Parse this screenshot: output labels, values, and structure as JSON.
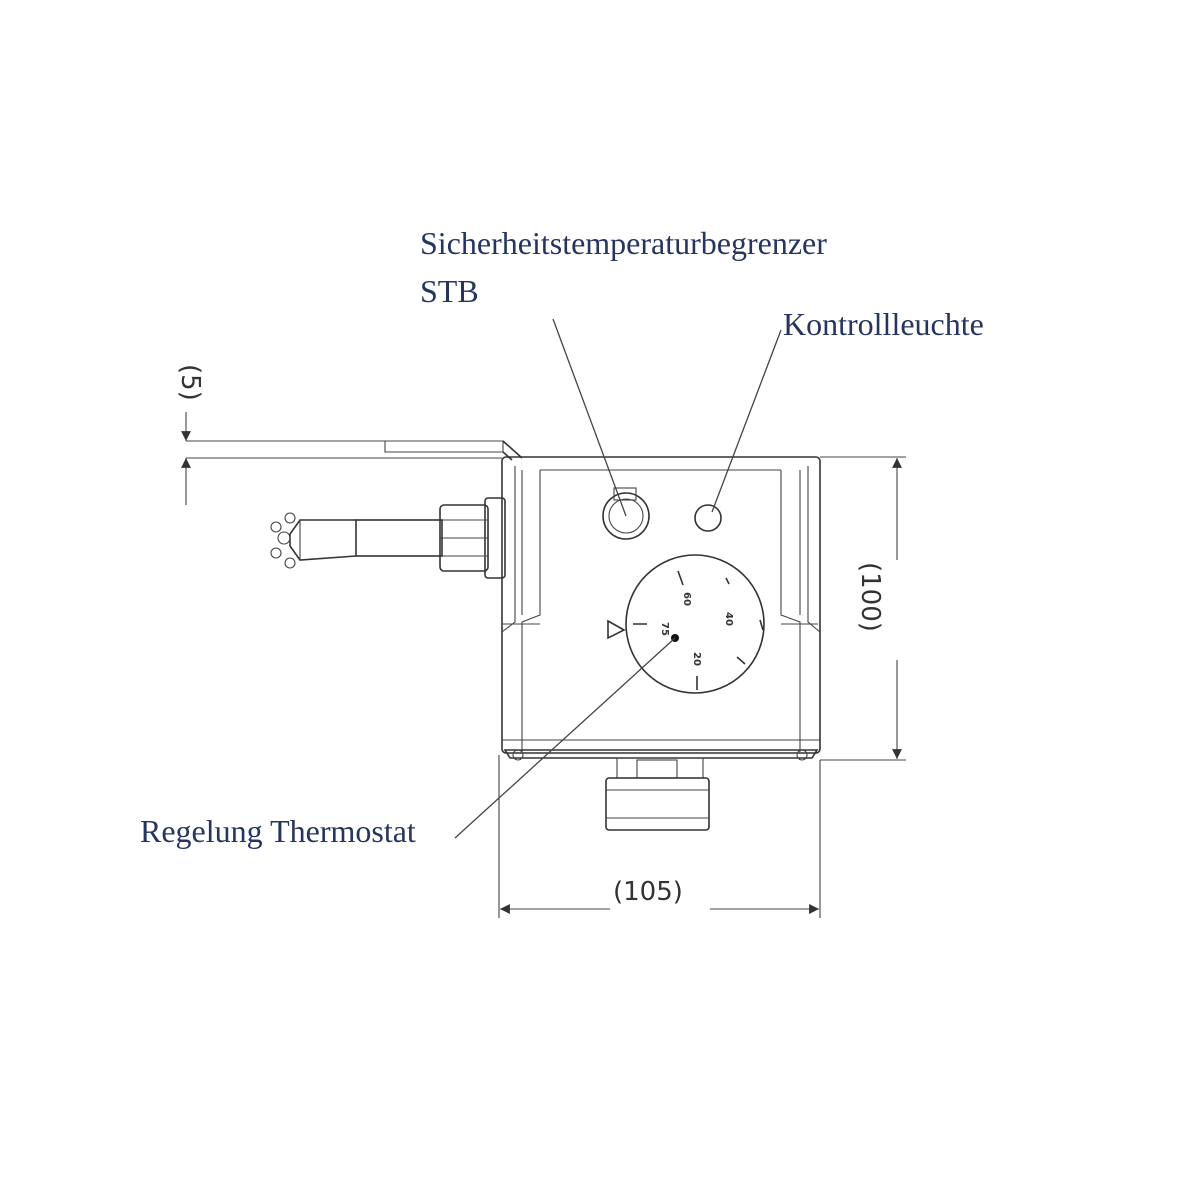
{
  "callouts": {
    "stb_line1": "Sicherheitstemperaturbegrenzer",
    "stb_line2": "STB",
    "pilot_lamp": "Kontrollleuchte",
    "thermostat": "Regelung Thermostat"
  },
  "dimensions": {
    "offset": "(5)",
    "height": "(100)",
    "width": "(105)"
  },
  "dial_scale": {
    "marks": [
      "75",
      "60",
      "40",
      "20"
    ]
  },
  "icons": {
    "dial_arrow": "triangle-pointer-icon"
  }
}
